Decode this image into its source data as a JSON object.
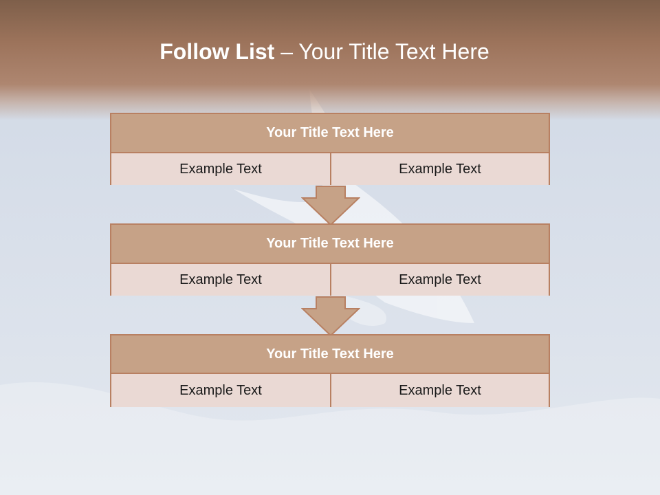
{
  "title": {
    "bold": "Follow List ",
    "rest": " – Your Title Text Here"
  },
  "blocks": [
    {
      "title": "Your Title Text Here",
      "left": "Example Text",
      "right": "Example Text"
    },
    {
      "title": "Your Title Text Here",
      "left": "Example Text",
      "right": "Example Text"
    },
    {
      "title": "Your Title Text Here",
      "left": "Example Text",
      "right": "Example Text"
    }
  ],
  "colors": {
    "header": "#9c735b",
    "block_title_bg": "#c6a287",
    "block_cell_bg": "#ead9d4",
    "border": "#b88062"
  },
  "icons": [
    "down-arrow-icon",
    "down-arrow-icon",
    "dove-image"
  ]
}
